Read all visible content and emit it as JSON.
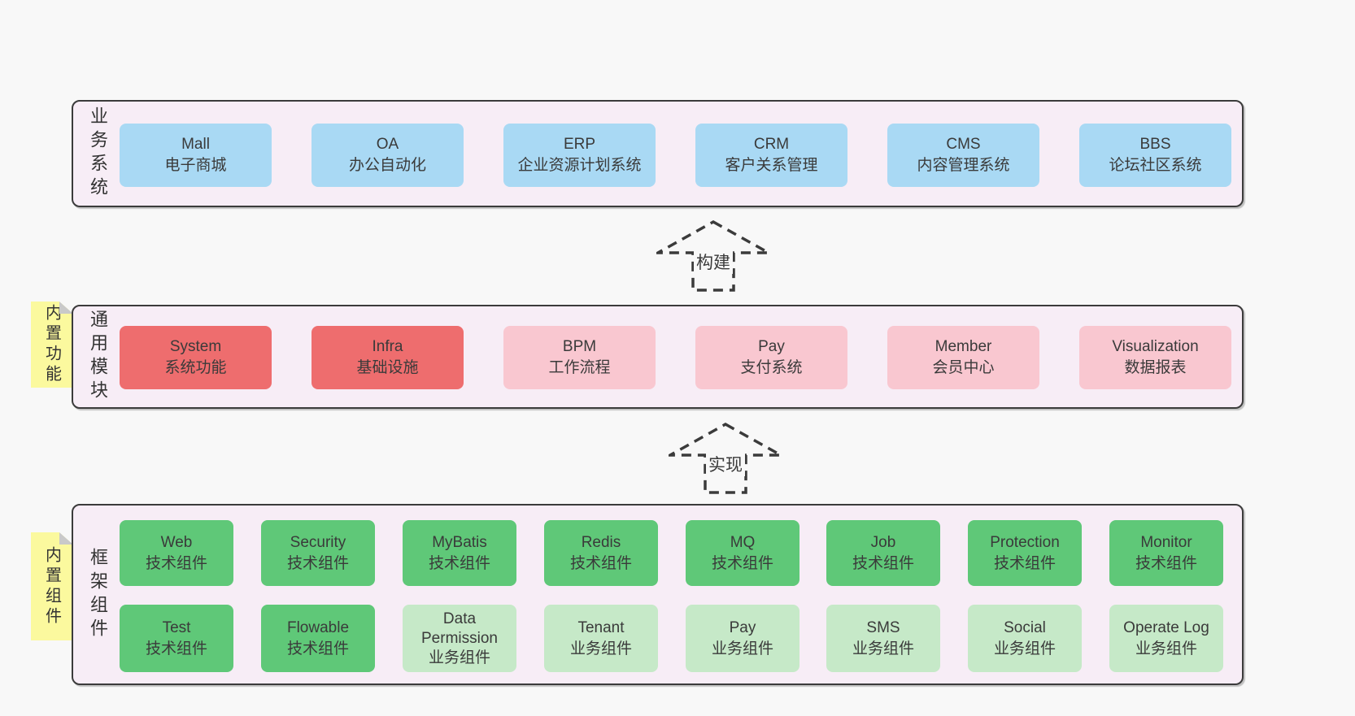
{
  "colors": {
    "page_bg": "#f8f8f8",
    "band_bg": "#f7edf6",
    "band_border": "#3b3b3b",
    "blue_box": "#a9d9f4",
    "red_box": "#ee6d6e",
    "pink_box": "#f9c7d0",
    "green_box": "#5fc878",
    "light_green_box": "#c6e9c8",
    "note_yellow": "#fbf99e",
    "text": "#3a3a3a"
  },
  "arrows": {
    "build": {
      "label": "构建"
    },
    "implement": {
      "label": "实现"
    }
  },
  "bands": {
    "business": {
      "label": "业务系统",
      "boxes": [
        {
          "title": "Mall",
          "subtitle": "电子商城"
        },
        {
          "title": "OA",
          "subtitle": "办公自动化"
        },
        {
          "title": "ERP",
          "subtitle": "企业资源计划系统"
        },
        {
          "title": "CRM",
          "subtitle": "客户关系管理"
        },
        {
          "title": "CMS",
          "subtitle": "内容管理系统"
        },
        {
          "title": "BBS",
          "subtitle": "论坛社区系统"
        }
      ]
    },
    "modules": {
      "label": "通用模块",
      "note": "内置功能",
      "boxes": [
        {
          "title": "System",
          "subtitle": "系统功能",
          "variant": "red"
        },
        {
          "title": "Infra",
          "subtitle": "基础设施",
          "variant": "red"
        },
        {
          "title": "BPM",
          "subtitle": "工作流程",
          "variant": "pink"
        },
        {
          "title": "Pay",
          "subtitle": "支付系统",
          "variant": "pink"
        },
        {
          "title": "Member",
          "subtitle": "会员中心",
          "variant": "pink"
        },
        {
          "title": "Visualization",
          "subtitle": "数据报表",
          "variant": "pink"
        }
      ]
    },
    "components": {
      "label": "框架组件",
      "note": "内置组件",
      "rows": [
        [
          {
            "title": "Web",
            "subtitle": "技术组件",
            "variant": "green"
          },
          {
            "title": "Security",
            "subtitle": "技术组件",
            "variant": "green"
          },
          {
            "title": "MyBatis",
            "subtitle": "技术组件",
            "variant": "green"
          },
          {
            "title": "Redis",
            "subtitle": "技术组件",
            "variant": "green"
          },
          {
            "title": "MQ",
            "subtitle": "技术组件",
            "variant": "green"
          },
          {
            "title": "Job",
            "subtitle": "技术组件",
            "variant": "green"
          },
          {
            "title": "Protection",
            "subtitle": "技术组件",
            "variant": "green"
          },
          {
            "title": "Monitor",
            "subtitle": "技术组件",
            "variant": "green"
          }
        ],
        [
          {
            "title": "Test",
            "subtitle": "技术组件",
            "variant": "green"
          },
          {
            "title": "Flowable",
            "subtitle": "技术组件",
            "variant": "green"
          },
          {
            "title": "Data Permission",
            "subtitle": "业务组件",
            "variant": "lightgreen"
          },
          {
            "title": "Tenant",
            "subtitle": "业务组件",
            "variant": "lightgreen"
          },
          {
            "title": "Pay",
            "subtitle": "业务组件",
            "variant": "lightgreen"
          },
          {
            "title": "SMS",
            "subtitle": "业务组件",
            "variant": "lightgreen"
          },
          {
            "title": "Social",
            "subtitle": "业务组件",
            "variant": "lightgreen"
          },
          {
            "title": "Operate Log",
            "subtitle": "业务组件",
            "variant": "lightgreen"
          }
        ]
      ]
    }
  }
}
